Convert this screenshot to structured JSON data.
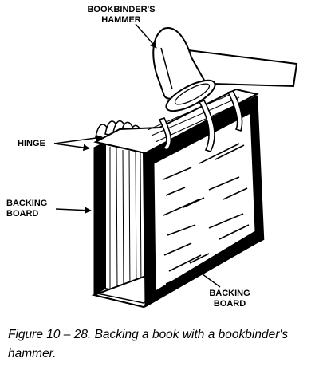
{
  "labels": {
    "hammer": [
      "BOOKBINDER'S",
      "HAMMER"
    ],
    "hinge": "HINGE",
    "backing_left": [
      "BACKING",
      "BOARD"
    ],
    "backing_right": [
      "BACKING",
      "BOARD"
    ]
  },
  "caption": {
    "text": "Figure 10 – 28. Backing a book with a bookbinder's hammer."
  },
  "colors": {
    "ink": "#000000",
    "paper": "#ffffff"
  }
}
